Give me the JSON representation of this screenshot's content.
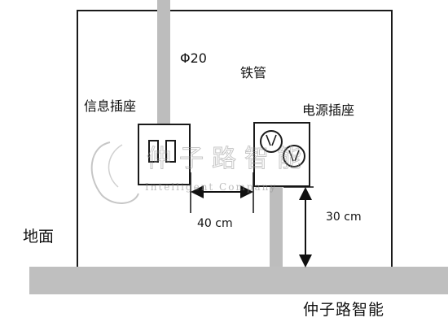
{
  "labels": {
    "pipe_diameter": "Φ20",
    "pipe_material": "铁管",
    "info_socket": "信息插座",
    "power_socket": "电源插座",
    "ground": "地面",
    "horizontal_spacing": "40 cm",
    "vertical_height": "30 cm",
    "brand": "仲子路智能"
  },
  "watermark": {
    "name": "仲子路智能",
    "tagline": "Intelligent Company"
  },
  "colors": {
    "pipe": "#bdbdbd",
    "outline": "#1a1a1a",
    "background": "#ffffff"
  }
}
